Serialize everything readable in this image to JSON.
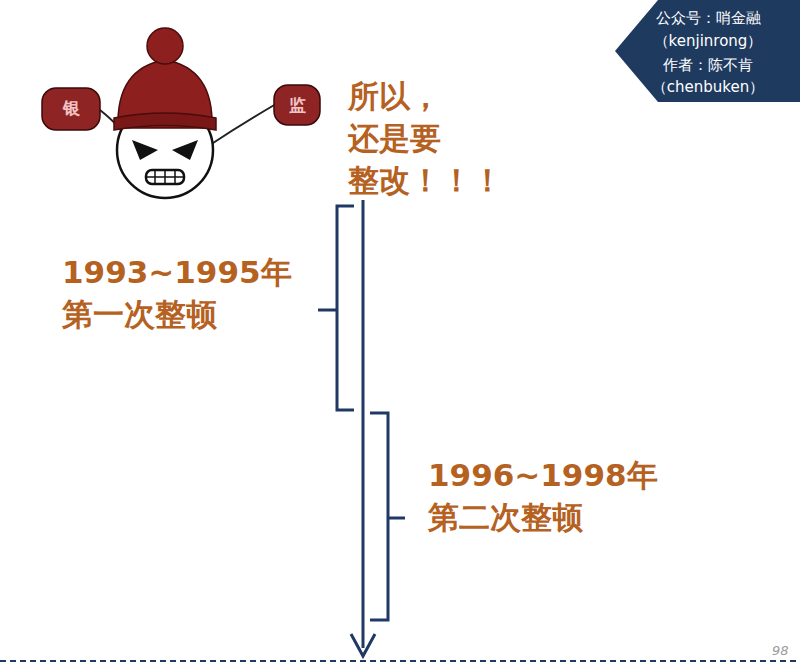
{
  "diagram": {
    "labels": [
      "公众号：哨金融",
      "（kenjinrong）",
      "作者：陈不肯",
      "（chenbuken）",
      "银",
      "监",
      "所以，还是要 整改！！！",
      "1993~1995年 第一次整顿",
      "1996~1998年 第二次整顿",
      "98"
    ]
  }
}
